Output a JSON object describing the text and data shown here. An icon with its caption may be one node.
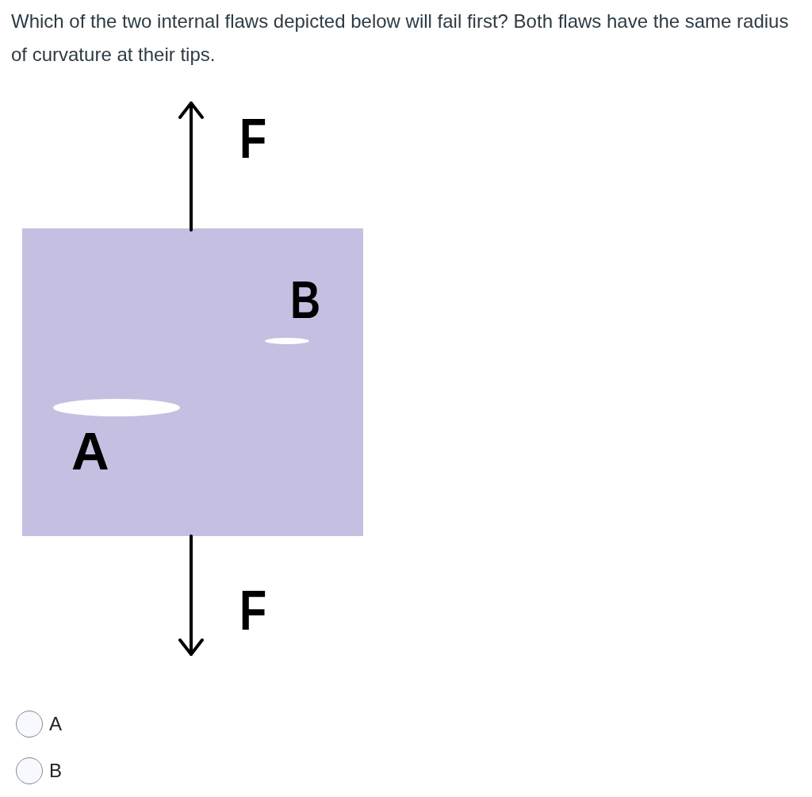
{
  "diagram": {
    "title": "Which of the two internal flaws depicted below will fail first? Both flaws have the same radius of curvature at their tips.",
    "labels": [
      "F",
      "B",
      "A",
      "F",
      "A",
      "B"
    ]
  }
}
